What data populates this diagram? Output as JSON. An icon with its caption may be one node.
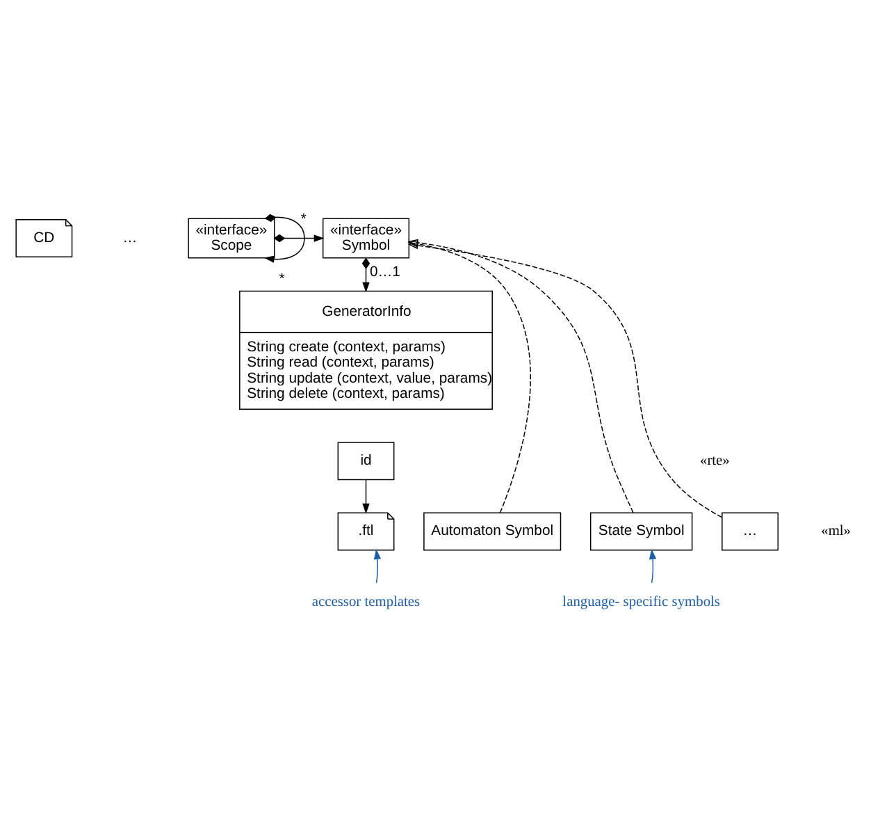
{
  "diagram": {
    "nodes": [
      {
        "text": [
          "CD"
        ]
      },
      {
        "text": [
          "«interface»",
          "Symbol"
        ]
      },
      {
        "text": [
          "«interface»",
          "Scope"
        ]
      },
      {
        "text": [
          "GeneratorInfo",
          "String create (context, params)",
          "String read (context, params)",
          "String update (context, value, params)",
          "String delete (context, params)"
        ]
      },
      {
        "text": [
          "id"
        ]
      },
      {
        "text": [
          "Automaton Symbol"
        ]
      },
      {
        "text": [
          "State Symbol"
        ]
      },
      {
        "text": [
          "…"
        ]
      },
      {
        "text": [
          ".ftl"
        ]
      },
      {
        "text": [
          "language- specific symbols"
        ]
      },
      {
        "text": [
          "accessor templates"
        ]
      }
    ],
    "edges": [
      {
        "from": 2,
        "to": 1,
        "arrow": "to",
        "label": "*"
      },
      {
        "from": 2,
        "to": 2,
        "arrow": "to",
        "label": "*"
      },
      {
        "from": 1,
        "to": 3,
        "arrow": "to",
        "label": "0…1"
      },
      {
        "from": 5,
        "to": 1,
        "arrow": "to",
        "style": "dashed"
      },
      {
        "from": 6,
        "to": 1,
        "arrow": "to",
        "style": "dashed"
      },
      {
        "from": 7,
        "to": 1,
        "arrow": "to",
        "style": "dashed"
      },
      {
        "from": 4,
        "to": 8,
        "arrow": "to"
      },
      {
        "from": 9,
        "to": 6,
        "arrow": "to",
        "color": "#1f5fa6"
      },
      {
        "from": 10,
        "to": 8,
        "arrow": "to",
        "color": "#1f5fa6"
      }
    ],
    "labels": [
      "…",
      "«rte»",
      "«ml»"
    ]
  }
}
